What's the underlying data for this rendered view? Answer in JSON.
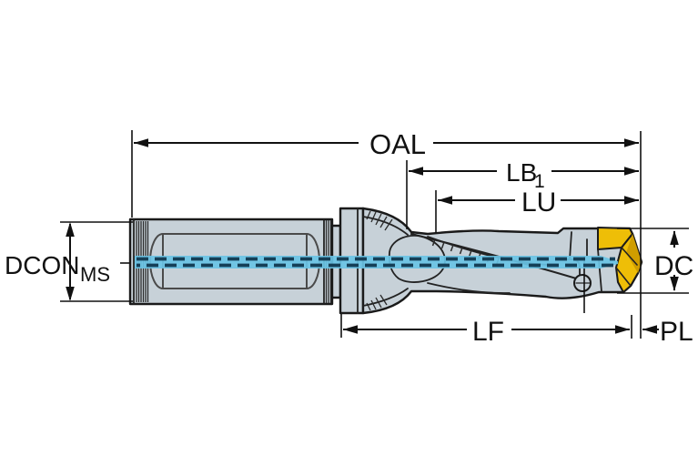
{
  "drawing": {
    "type": "technical-dimension-drawing",
    "subject": "Indexable insert drill, side view"
  },
  "labels": {
    "oal": "OAL",
    "lb": "LB",
    "lb_sub": "1",
    "lu": "LU",
    "lf": "LF",
    "pl": "PL",
    "dc": "DC",
    "dcon": "DCON",
    "dcon_sub": "MS"
  },
  "colors": {
    "background": "#ffffff",
    "body_fill": "#c7d1d8",
    "outline": "#1a1a1a",
    "coolant_band": "#69c3e5",
    "coolant_dash": "#153f57",
    "insert_fill": "#eebe07",
    "insert_shade": "#cf9d00",
    "dimension_color": "#111111"
  }
}
